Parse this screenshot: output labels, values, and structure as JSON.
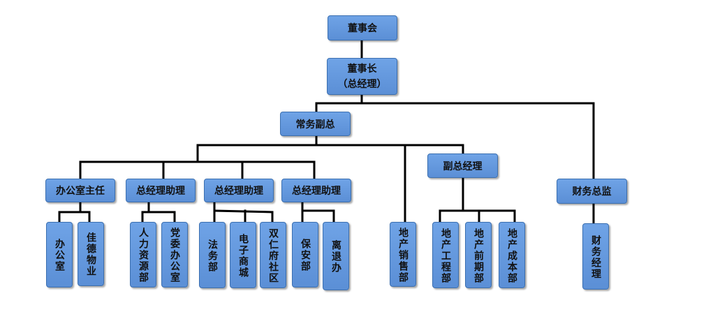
{
  "nodes": {
    "board": "董事会",
    "chairman": "董事长",
    "chairman_sub": "（总经理）",
    "exec_vp": "常务副总",
    "office_director": "办公室主任",
    "gm_assistant_1": "总经理助理",
    "gm_assistant_2": "总经理助理",
    "gm_assistant_3": "总经理助理",
    "deputy_gm": "副总经理",
    "finance_director": "财务总监",
    "office": "办公室",
    "jiade_property": "佳德物业",
    "hr_dept": "人力资源部",
    "party_office": "党委办公室",
    "legal_dept": "法务部",
    "ecommerce_city": "电子商城",
    "shuangrenfu_community": "双仁府社区",
    "security_dept": "保安部",
    "retirement_office": "离退办",
    "re_sales_dept": "地产销售部",
    "re_engineering_dept": "地产工程部",
    "re_preliminary_dept": "地产前期部",
    "re_cost_dept": "地产成本部",
    "finance_manager": "财务经理"
  }
}
